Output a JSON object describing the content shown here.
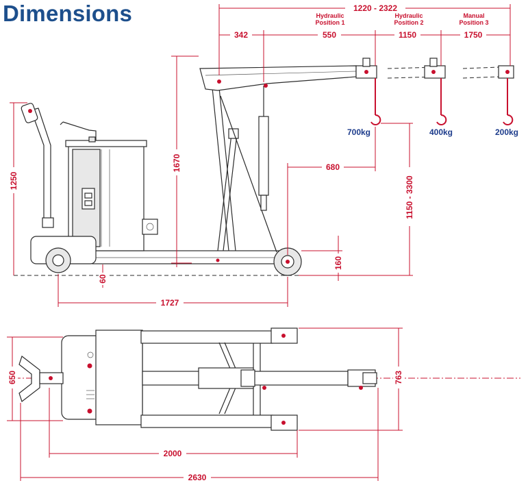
{
  "title": "Dimensions",
  "side_view": {
    "reach_total": "1220 - 2322",
    "hydraulic_1": "Hydraulic",
    "position_1": "Position 1",
    "hydraulic_2": "Hydraulic",
    "position_2": "Position 2",
    "manual_3": "Manual",
    "position_3": "Position 3",
    "d_342": "342",
    "d_550": "550",
    "d_1150": "1150",
    "d_1750": "1750",
    "load_1": "700kg",
    "load_2": "400kg",
    "load_3": "200kg",
    "d_680": "680",
    "d_lift": "1150 - 3300",
    "d_1670": "1670",
    "d_1250": "1250",
    "d_160": "160",
    "d_60": "60",
    "d_1727": "1727"
  },
  "top_view": {
    "d_650": "650",
    "d_763": "763",
    "d_2000": "2000",
    "d_2630": "2630"
  },
  "colors": {
    "title": "#1d4f8c",
    "dimension": "#c8102e",
    "load": "#1d3c8c",
    "outline": "#2b2b2b"
  }
}
